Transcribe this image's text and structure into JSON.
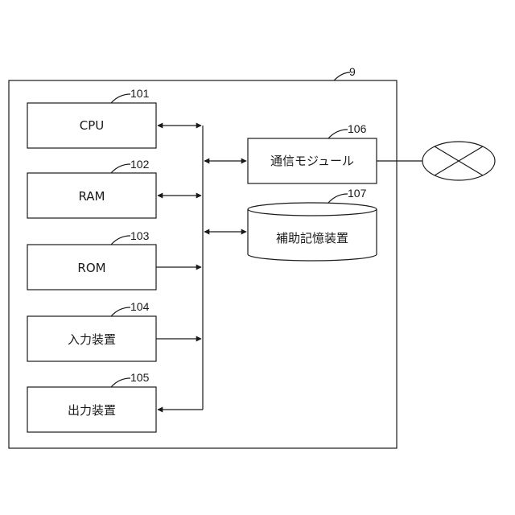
{
  "diagram": {
    "device_ref": "9",
    "cpu": {
      "label": "CPU",
      "ref": "101"
    },
    "ram": {
      "label": "RAM",
      "ref": "102"
    },
    "rom": {
      "label": "ROM",
      "ref": "103"
    },
    "input": {
      "label": "入力装置",
      "ref": "104"
    },
    "output": {
      "label": "出力装置",
      "ref": "105"
    },
    "comm": {
      "label": "通信モジュール",
      "ref": "106"
    },
    "storage": {
      "label": "補助記憶装置",
      "ref": "107"
    }
  }
}
